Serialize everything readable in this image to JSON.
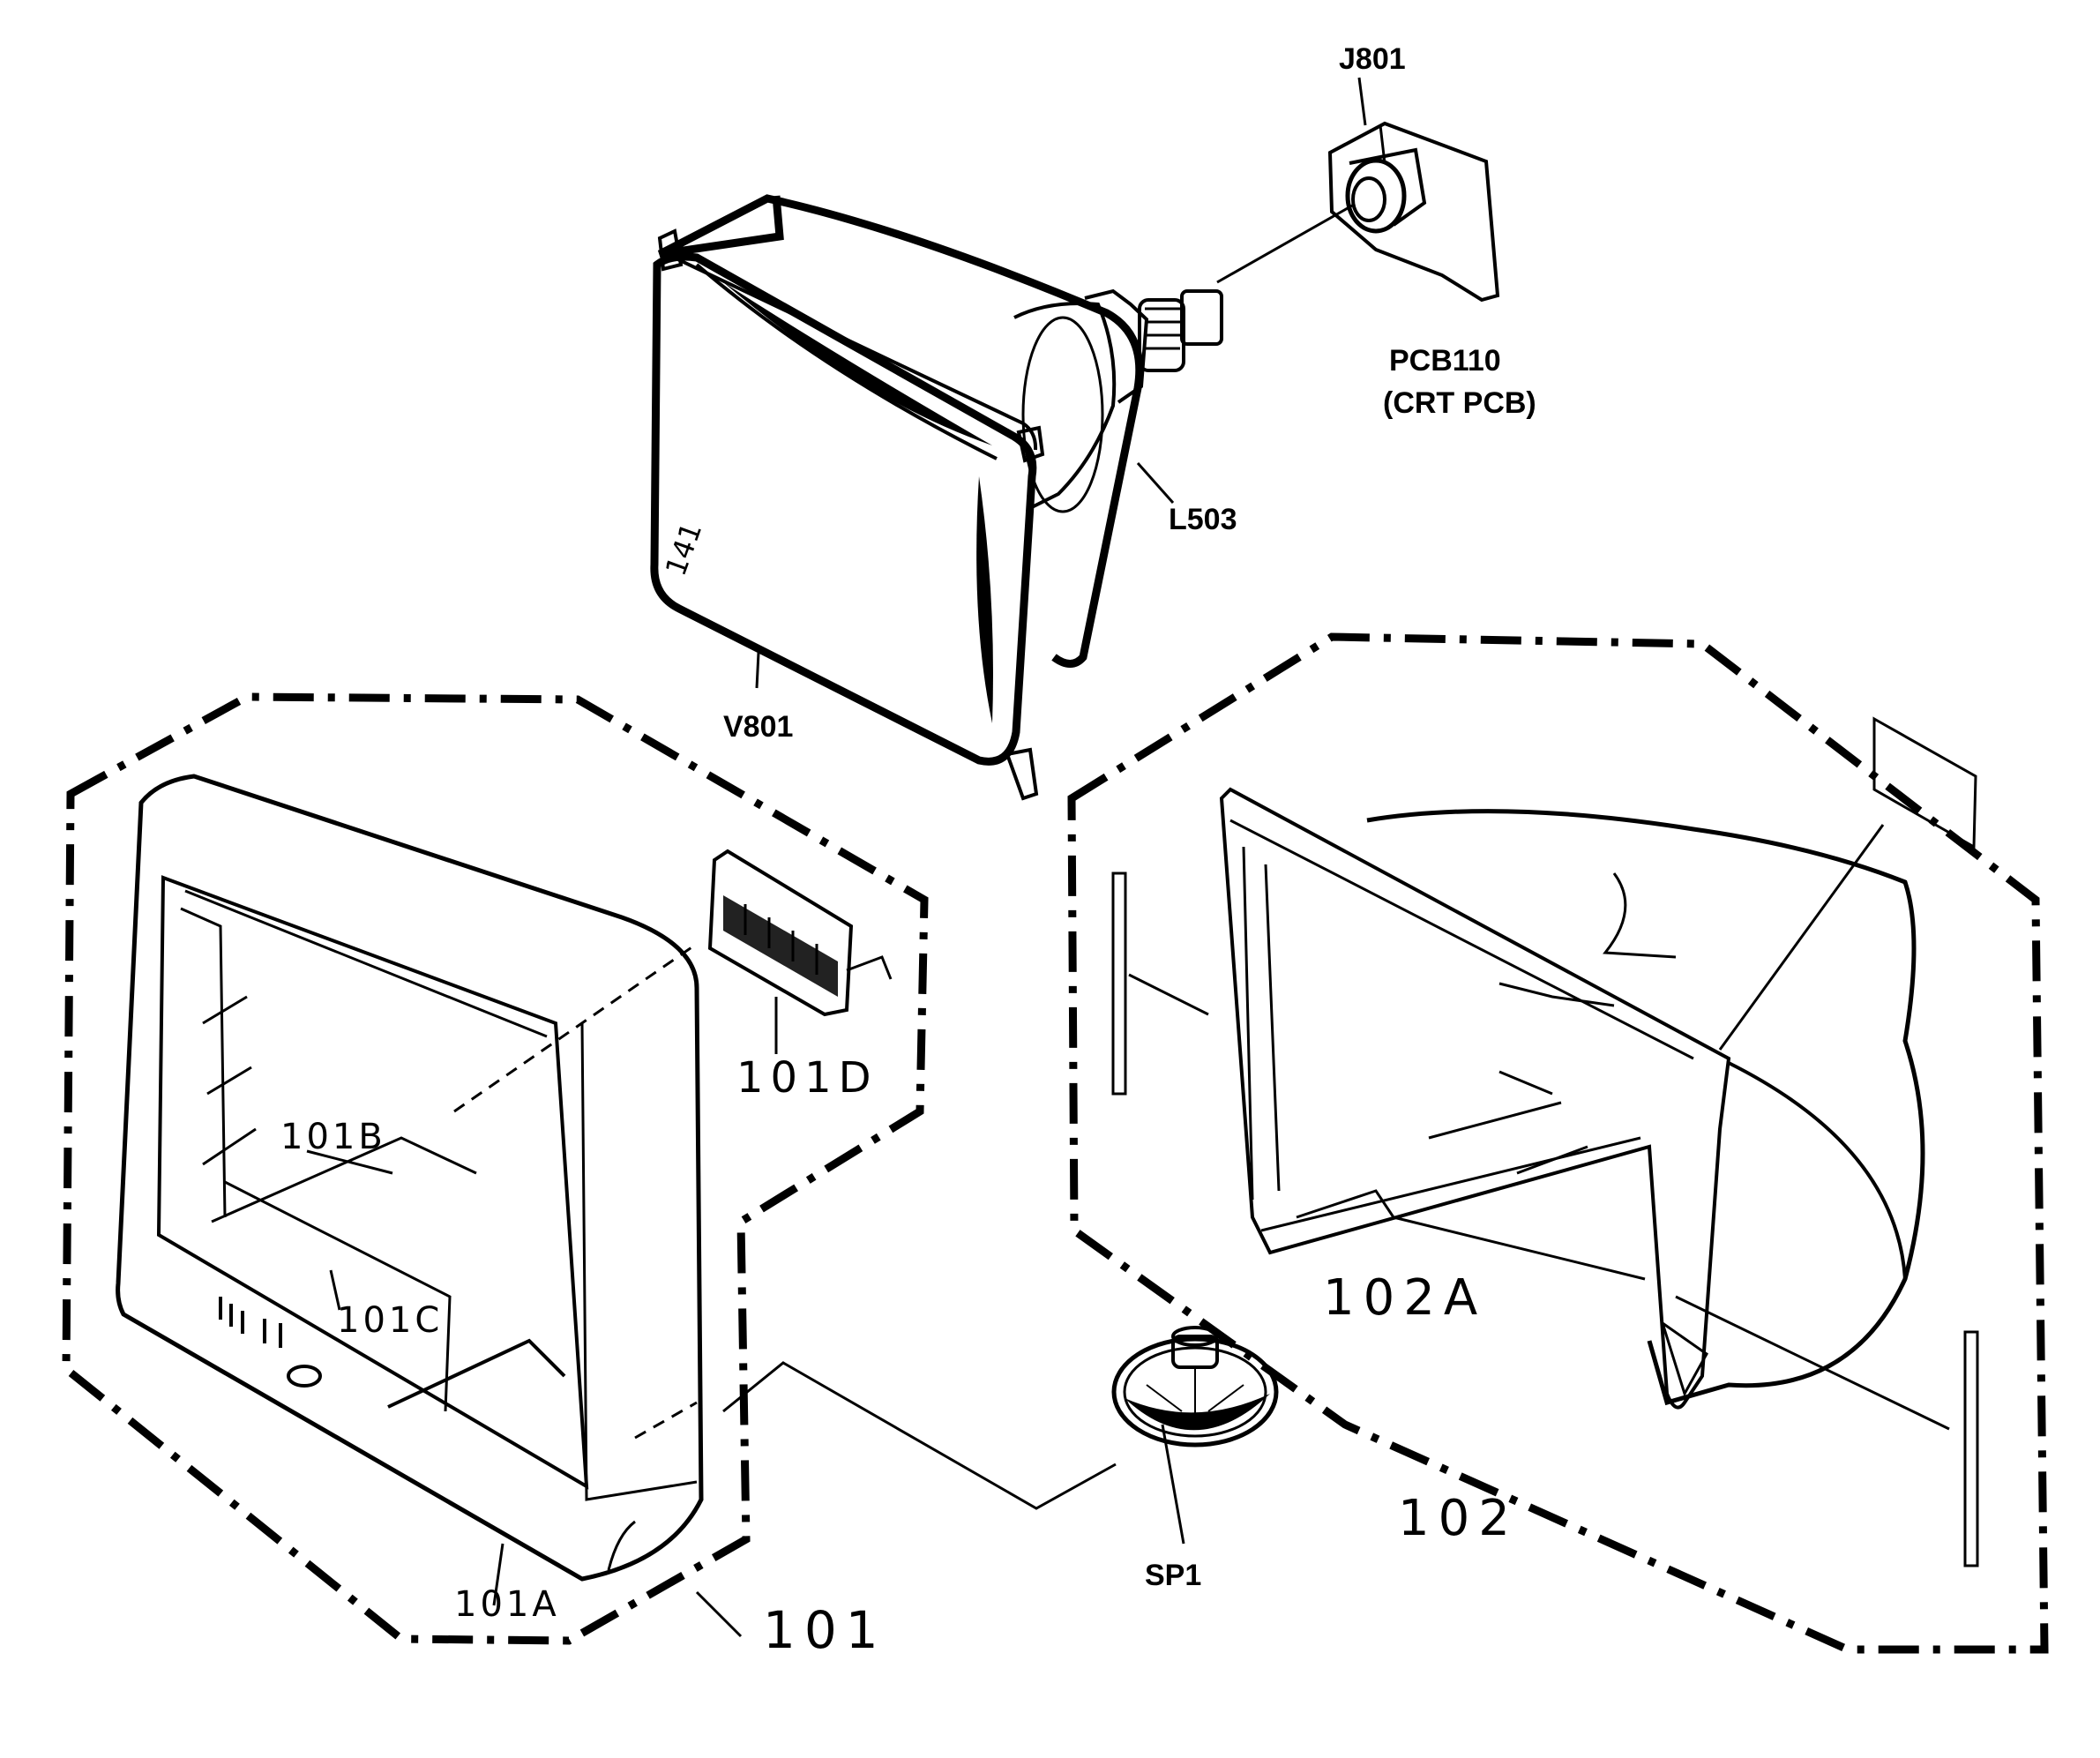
{
  "labels": {
    "j801": "J801",
    "pcb110": "PCB110",
    "crt_pcb": "(CRT PCB)",
    "l503": "L503",
    "v801": "V801",
    "p101d": "101D",
    "p101b": "101B",
    "p101c": "101C",
    "p101a": "101A",
    "p101": "101",
    "sp1": "SP1",
    "p102a": "102A",
    "p102": "102",
    "crt_mark": "141"
  }
}
